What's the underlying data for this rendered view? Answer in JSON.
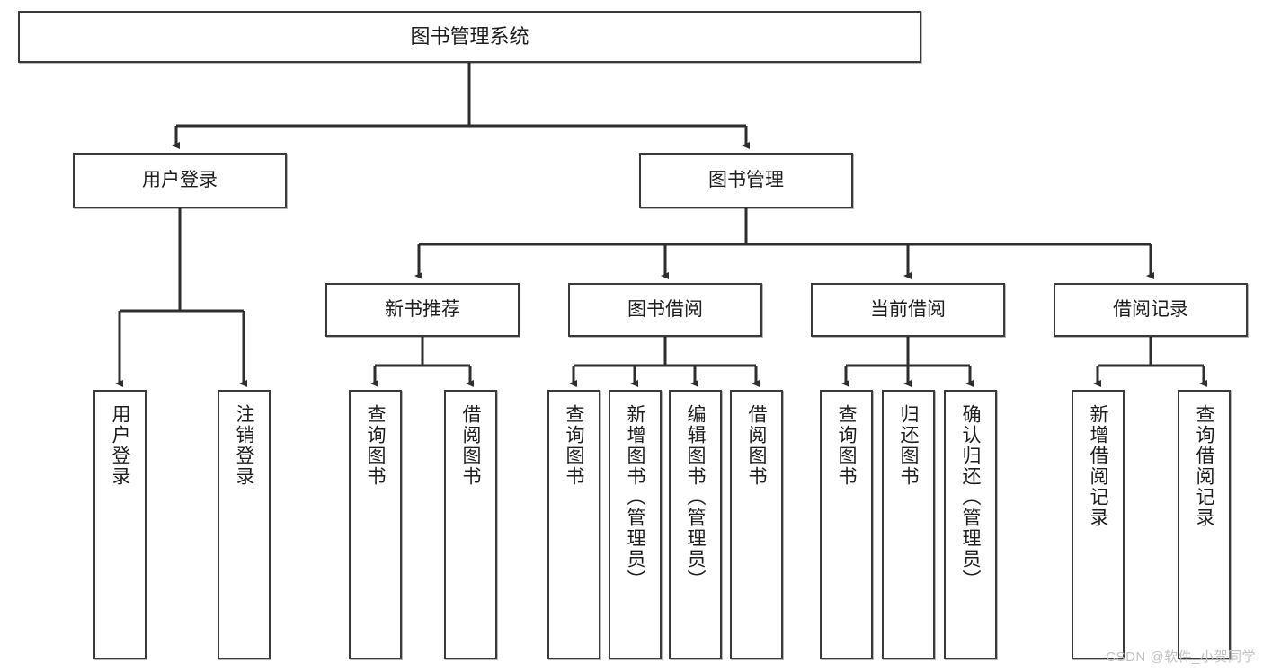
{
  "diagram": {
    "title": "图书管理系统",
    "type": "tree-hierarchy-chart",
    "edge_color": "#3a3a3a",
    "node_border_color": "#3a3a3a",
    "node_fill_color": "#ffffff",
    "text_color": "#1d1d1d"
  },
  "nodes": {
    "root": {
      "label": "图书管理系统"
    },
    "level2": [
      {
        "label": "用户登录"
      },
      {
        "label": "图书管理"
      }
    ],
    "level3": [
      {
        "label": "新书推荐"
      },
      {
        "label": "图书借阅"
      },
      {
        "label": "当前借阅"
      },
      {
        "label": "借阅记录"
      }
    ],
    "leaves_user_login": [
      {
        "label": "用户登录"
      },
      {
        "label": "注销登录"
      }
    ],
    "leaves_new_book": [
      {
        "label": "查询图书"
      },
      {
        "label": "借阅图书"
      }
    ],
    "leaves_borrow": [
      {
        "label": "查询图书"
      },
      {
        "label": "新增图书（管理员）"
      },
      {
        "label": "编辑图书（管理员）"
      },
      {
        "label": "借阅图书"
      }
    ],
    "leaves_current": [
      {
        "label": "查询图书"
      },
      {
        "label": "归还图书"
      },
      {
        "label": "确认归还（管理员）"
      }
    ],
    "leaves_records": [
      {
        "label": "新增借阅记录"
      },
      {
        "label": "查询借阅记录"
      }
    ]
  },
  "watermark": {
    "text": "CSDN @软件_小贺同学"
  }
}
